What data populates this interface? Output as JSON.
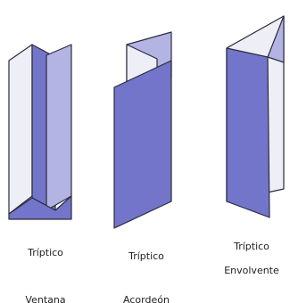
{
  "colors": {
    "panel_dark": "#7275c9",
    "panel_light": "#b3b4e3",
    "panel_white": "#eeeef6",
    "outline": "#2c2c3c",
    "text": "#1e1e1e"
  },
  "figures": [
    {
      "id": "ventana",
      "name_line1": "Tríptico",
      "name_line2": "Ventana"
    },
    {
      "id": "acordeon",
      "name_line1": "Tríptico",
      "name_line2": "Acordeón"
    },
    {
      "id": "envolvente",
      "name_line1": "Tríptico",
      "name_line2": "Envolvente"
    }
  ]
}
